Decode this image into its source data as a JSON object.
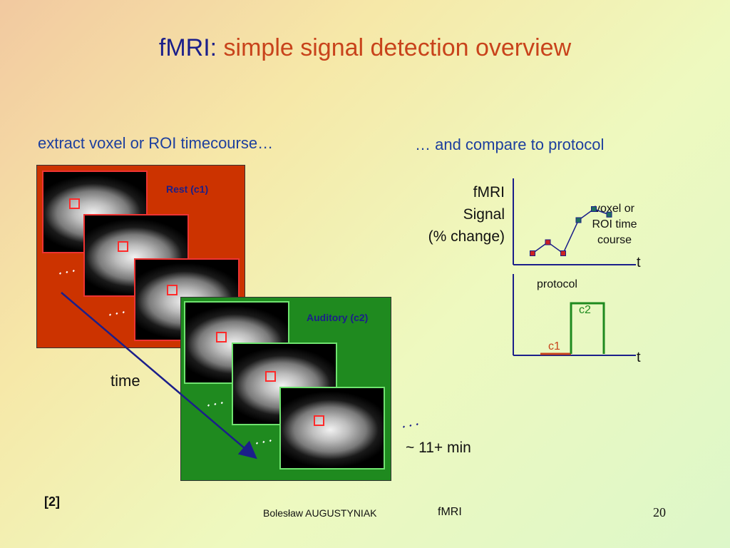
{
  "slide": {
    "title_prefix": "fMRI:",
    "title_main": "simple signal detection overview",
    "left_heading": "extract voxel or ROI timecourse…",
    "right_heading": "… and compare to protocol",
    "rest_label": "Rest (c1)",
    "auditory_label": "Auditory (c2)",
    "time_label": "time",
    "duration_label": "~ 11+ min",
    "ellipsis": "⋰",
    "reference": "[2]",
    "author": "Bolesław AUGUSTYNIAK",
    "topic": "fMRI",
    "page_number": "20"
  },
  "signal_plot": {
    "ylabel_lines": [
      "fMRI",
      "Signal",
      "(% change)"
    ],
    "xlabel": "t",
    "annotation_lines": [
      "voxel or",
      "ROI time",
      "course"
    ],
    "colors": {
      "rest_point": "#cc2222",
      "task_point": "#1f6f5f",
      "line": "#1b1f8a"
    }
  },
  "protocol_plot": {
    "label": "protocol",
    "xlabel": "t",
    "c1_label": "c1",
    "c2_label": "c2",
    "colors": {
      "c1": "#c8431b",
      "c2": "#1f8a1f"
    }
  },
  "chart_data": {
    "type": "line",
    "series": [
      {
        "values": [
          1,
          2,
          1,
          4,
          5,
          4.5
        ],
        "condition": [
          "c1",
          "c1",
          "c1",
          "c2",
          "c2",
          "c2"
        ]
      }
    ],
    "protocol": {
      "c1": "low",
      "c2": "high"
    }
  }
}
